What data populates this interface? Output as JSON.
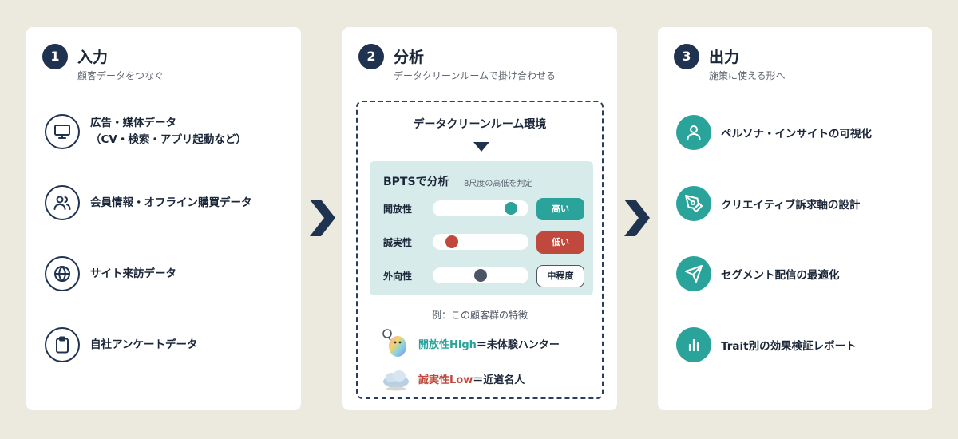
{
  "steps": [
    {
      "num": "1",
      "title": "入力",
      "subtitle": "顧客データをつなぐ"
    },
    {
      "num": "2",
      "title": "分析",
      "subtitle": "データクリーンルームで掛け合わせる"
    },
    {
      "num": "3",
      "title": "出力",
      "subtitle": "施策に使える形へ"
    }
  ],
  "inputs": [
    {
      "icon": "monitor-icon",
      "line1": "広告・媒体データ",
      "line2": "（CV・検索・アプリ起動など）"
    },
    {
      "icon": "users-icon",
      "line1": "会員情報・オフライン購買データ",
      "line2": ""
    },
    {
      "icon": "globe-icon",
      "line1": "サイト来訪データ",
      "line2": ""
    },
    {
      "icon": "clipboard-icon",
      "line1": "自社アンケートデータ",
      "line2": ""
    }
  ],
  "analysis": {
    "env_title": "データクリーンルーム環境",
    "bpts_title": "BPTSで分析",
    "bpts_subtitle": "8尺度の高低を判定",
    "traits": [
      {
        "name": "開放性",
        "level": "高い",
        "value": 0.82,
        "color": "#2aa39a",
        "badge_bg": "#2aa39a",
        "badge_fg": "#ffffff"
      },
      {
        "name": "誠実性",
        "level": "低い",
        "value": 0.2,
        "color": "#c0483c",
        "badge_bg": "#c0483c",
        "badge_fg": "#ffffff"
      },
      {
        "name": "外向性",
        "level": "中程度",
        "value": 0.5,
        "color": "#4a5566",
        "badge_bg": "#ffffff",
        "badge_fg": "#1b2638"
      }
    ],
    "example_heading": "例：この顧客群の特徴",
    "examples": [
      {
        "key": "開放性High",
        "value": "＝未体験ハンター",
        "key_color": "#2aa39a",
        "icon": "explorer-character-icon"
      },
      {
        "key": "誠実性Low",
        "value": "＝近道名人",
        "key_color": "#c0483c",
        "icon": "cloud-character-icon"
      }
    ]
  },
  "outputs": [
    {
      "icon": "person-icon",
      "label": "ペルソナ・インサイトの可視化"
    },
    {
      "icon": "pen-nib-icon",
      "label": "クリエイティブ訴求軸の設計"
    },
    {
      "icon": "paper-plane-icon",
      "label": "セグメント配信の最適化"
    },
    {
      "icon": "bar-chart-icon",
      "label": "Trait別の効果検証レポート"
    }
  ],
  "colors": {
    "navy": "#1f3350",
    "teal": "#2aa39a",
    "red": "#c0483c",
    "background": "#ece9df"
  }
}
